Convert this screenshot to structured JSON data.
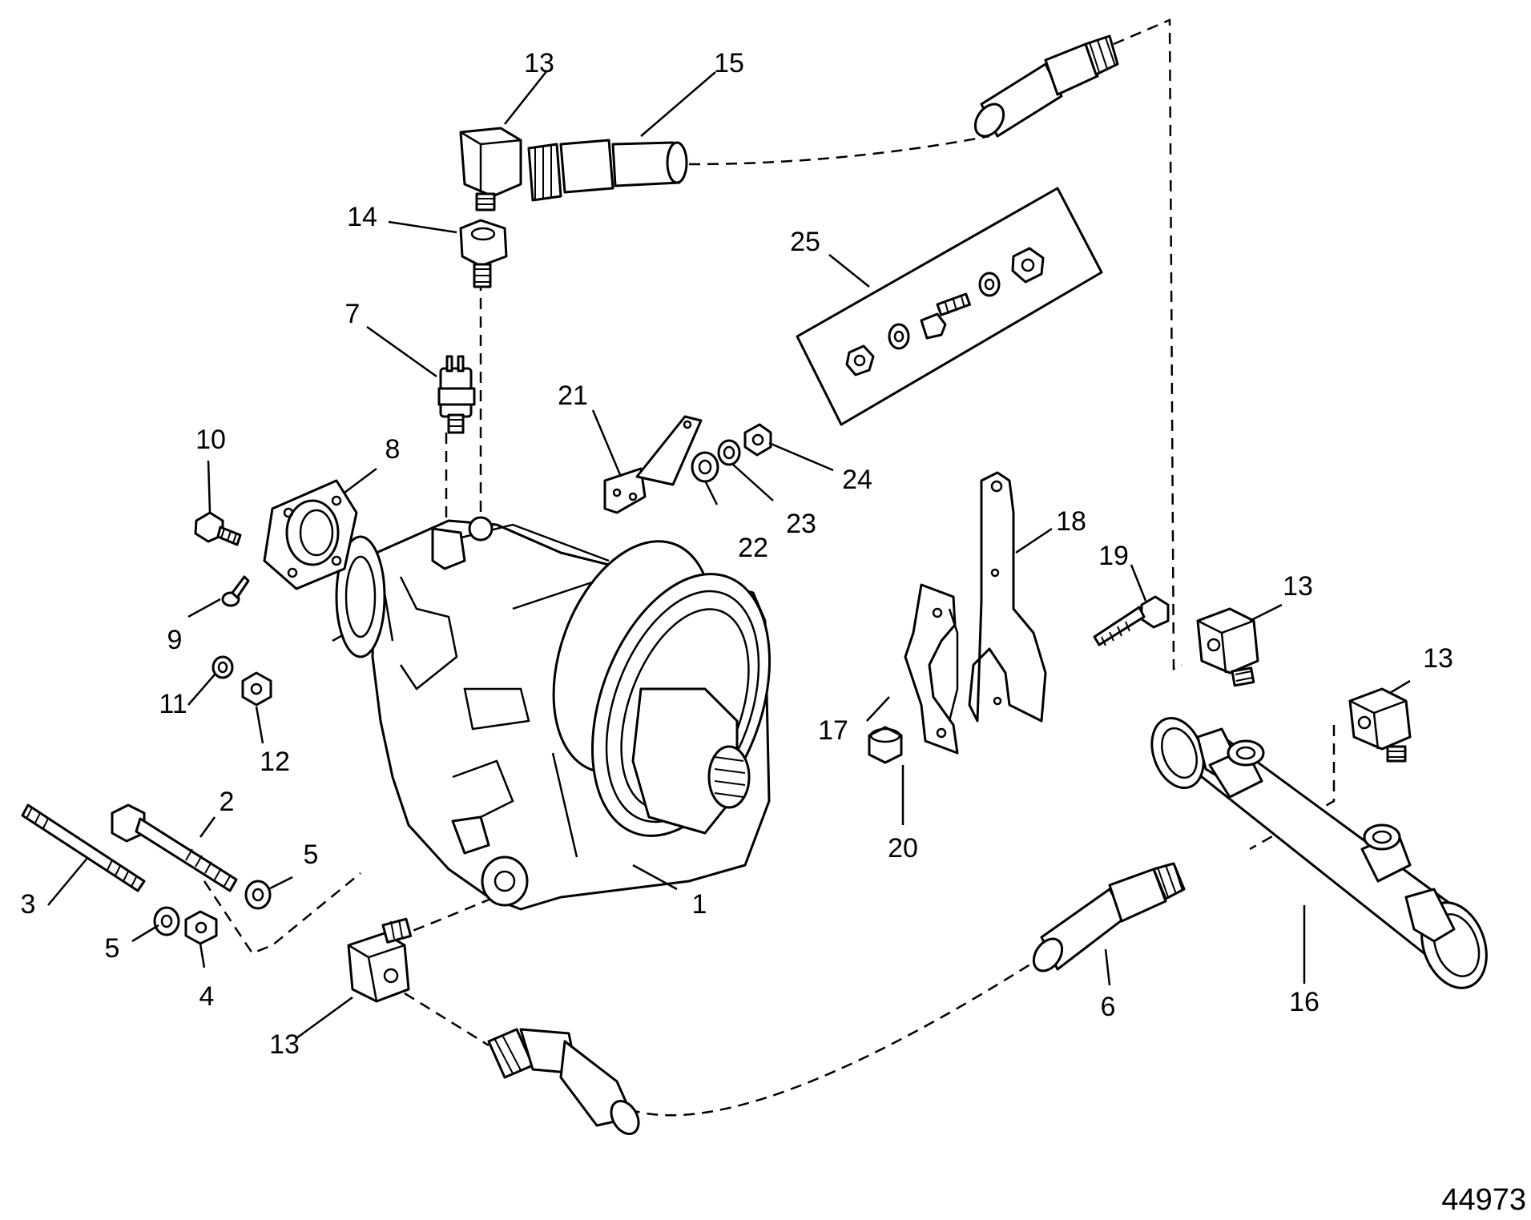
{
  "callouts": {
    "c1": "1",
    "c2": "2",
    "c3": "3",
    "c4": "4",
    "c5a": "5",
    "c5b": "5",
    "c6": "6",
    "c7": "7",
    "c8": "8",
    "c9": "9",
    "c10": "10",
    "c11": "11",
    "c12": "12",
    "c13a": "13",
    "c13b": "13",
    "c13c": "13",
    "c13d": "13",
    "c14": "14",
    "c15": "15",
    "c16": "16",
    "c17": "17",
    "c18": "18",
    "c19": "19",
    "c20": "20",
    "c21": "21",
    "c22": "22",
    "c23": "23",
    "c24": "24",
    "c25": "25"
  },
  "figure_number": "44973"
}
